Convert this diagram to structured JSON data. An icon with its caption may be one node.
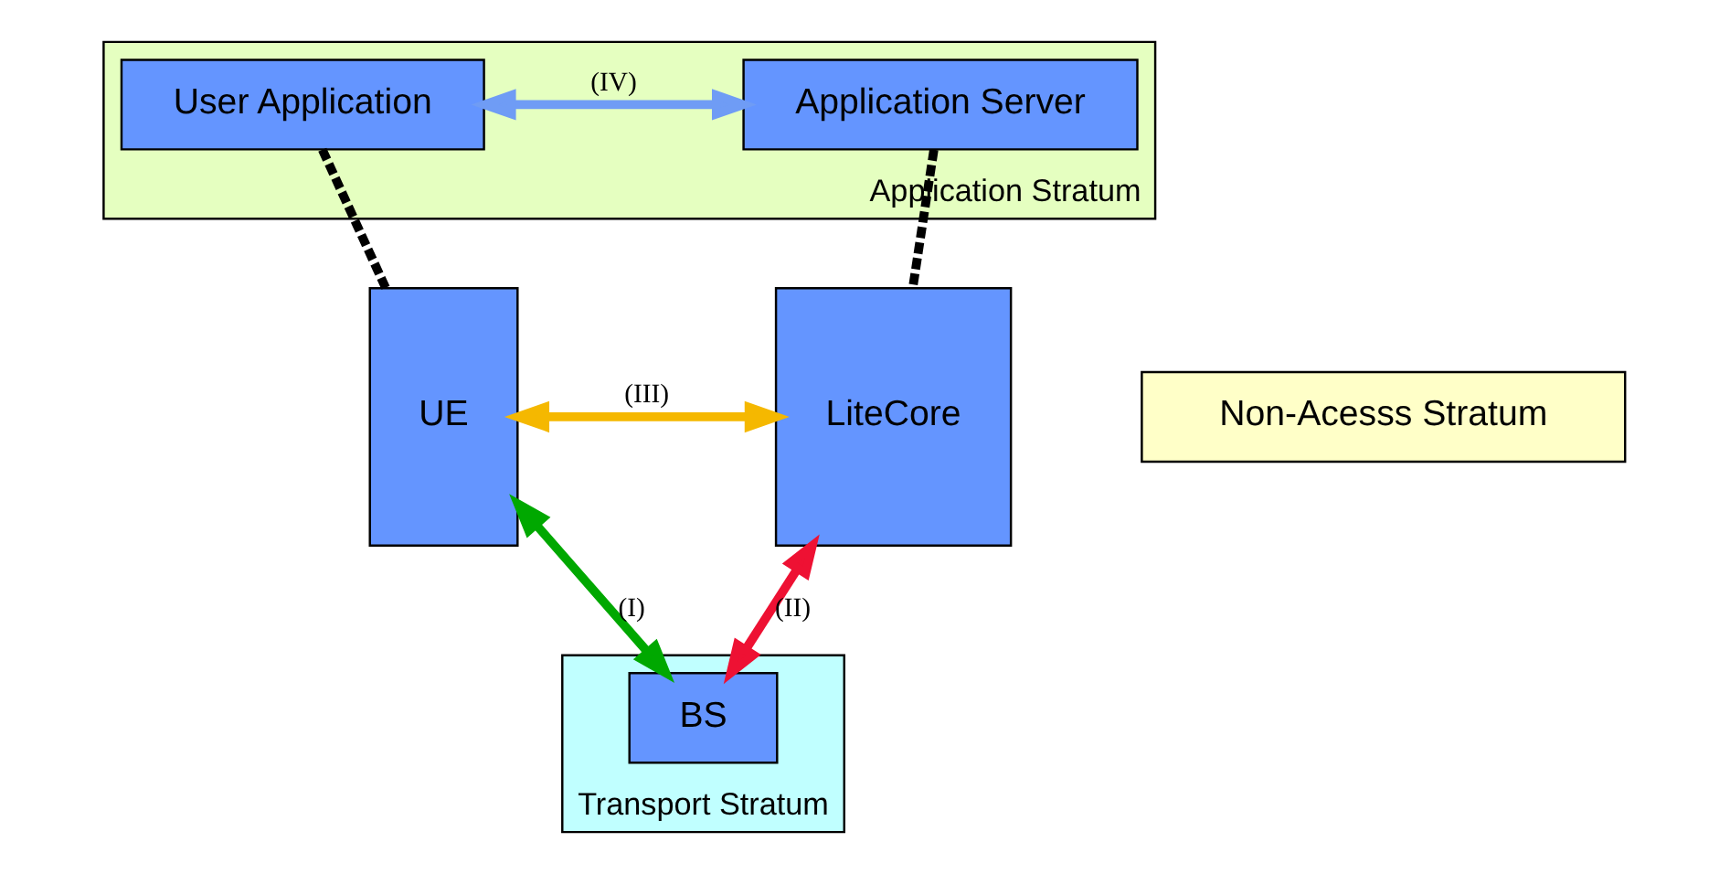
{
  "diagram": {
    "nodes": [
      {
        "text": [
          "Application Stratum"
        ]
      },
      {
        "text": [
          "User Application"
        ],
        "in": 0
      },
      {
        "text": [
          "Application Server"
        ],
        "in": 0
      },
      {
        "text": [
          "Non-Acesss Stratum"
        ]
      },
      {
        "text": [
          "UE"
        ]
      },
      {
        "text": [
          "LiteCore"
        ]
      },
      {
        "text": [
          "Transport Stratum"
        ]
      },
      {
        "text": [
          "BS"
        ],
        "in": 6
      }
    ],
    "edges": [
      {
        "from": 1,
        "to": 2,
        "arrow": "both",
        "label": "(IV)",
        "color": "#6f9cf5"
      },
      {
        "from": 1,
        "to": 4,
        "arrow": "none",
        "style": "dashed",
        "color": "#000000"
      },
      {
        "from": 2,
        "to": 5,
        "arrow": "none",
        "style": "dashed",
        "color": "#000000"
      },
      {
        "from": 4,
        "to": 5,
        "arrow": "both",
        "label": "(III)",
        "color": "#f5b800"
      },
      {
        "from": 4,
        "to": 7,
        "arrow": "both",
        "label": "(I)",
        "color": "#00a800"
      },
      {
        "from": 7,
        "to": 5,
        "arrow": "both",
        "label": "(II)",
        "color": "#ee1133"
      }
    ]
  }
}
